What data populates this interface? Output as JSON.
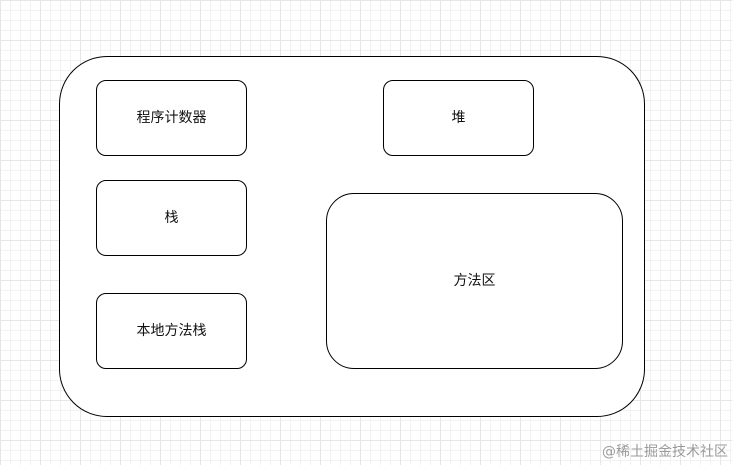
{
  "diagram": {
    "boxes": {
      "program_counter": "程序计数器",
      "heap": "堆",
      "stack": "栈",
      "native_method_stack": "本地方法栈",
      "method_area": "方法区"
    },
    "watermark": "@稀土掘金技术社区"
  }
}
